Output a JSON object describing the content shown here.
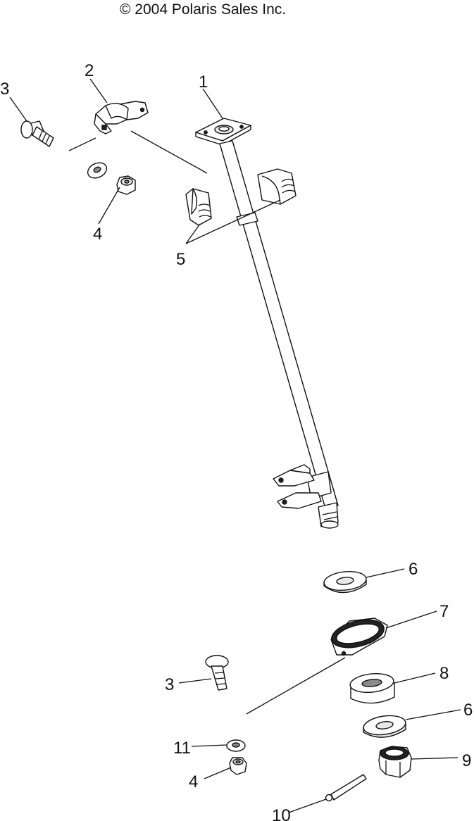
{
  "copyright": "© 2004 Polaris Sales Inc.",
  "callouts": {
    "c1": "1",
    "c2": "2",
    "c3_top": "3",
    "c4_top": "4",
    "c5": "5",
    "c6_upper": "6",
    "c7": "7",
    "c3_bottom": "3",
    "c8": "8",
    "c6_lower": "6",
    "c11": "11",
    "c9": "9",
    "c4_bottom": "4",
    "c10": "10"
  }
}
